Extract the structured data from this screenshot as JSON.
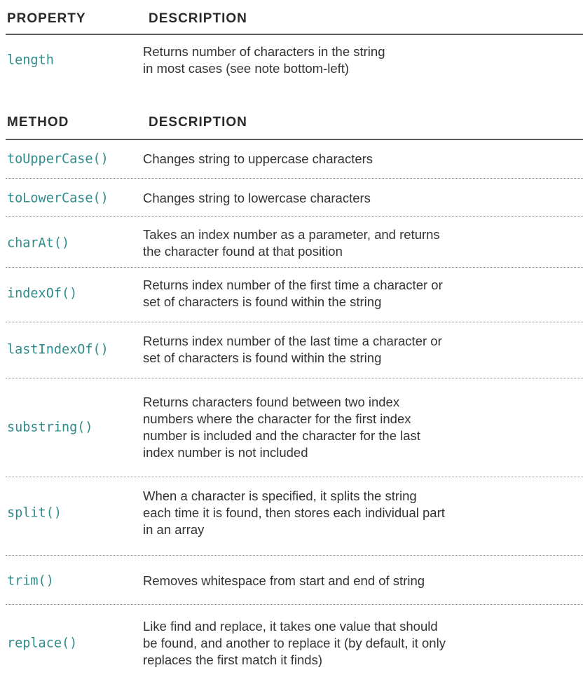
{
  "property_table": {
    "header": {
      "col1": "PROPERTY",
      "col2": "DESCRIPTION"
    },
    "rows": [
      {
        "name": "length",
        "desc": [
          "Returns number of characters in the string",
          "in most cases (see note bottom-left)"
        ]
      }
    ]
  },
  "method_table": {
    "header": {
      "col1": "METHOD",
      "col2": "DESCRIPTION"
    },
    "rows": [
      {
        "name": "toUpperCase()",
        "desc": [
          "Changes string to uppercase characters"
        ]
      },
      {
        "name": "toLowerCase()",
        "desc": [
          "Changes string to lowercase characters"
        ]
      },
      {
        "name": "charAt()",
        "desc": [
          "Takes an index number as a parameter, and returns",
          "the character found at that position"
        ]
      },
      {
        "name": "indexOf()",
        "desc": [
          "Returns index number of the first time a character or",
          "set of characters is found within the string"
        ]
      },
      {
        "name": "lastIndexOf()",
        "desc": [
          "Returns index number of the last time a character or",
          "set of characters is found within the string"
        ]
      },
      {
        "name": "substring()",
        "desc": [
          "Returns characters found between two index",
          "numbers where the character for the first index",
          "number is included and the character for the last",
          "index number is not included"
        ]
      },
      {
        "name": "split()",
        "desc": [
          "When a character is specified, it splits the string",
          "each time it is found, then stores each individual part",
          "in an array"
        ]
      },
      {
        "name": "trim()",
        "desc": [
          "Removes whitespace from start and end of string"
        ]
      },
      {
        "name": "replace()",
        "desc": [
          "Like find and replace, it takes one value that should",
          "be found, and another to replace it (by default, it only",
          "replaces the first match it finds)"
        ]
      }
    ]
  }
}
